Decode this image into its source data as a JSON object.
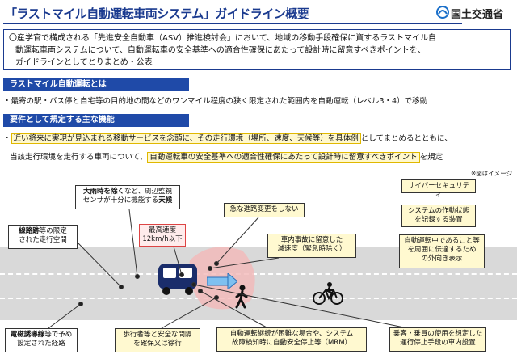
{
  "header": {
    "title": "「ラストマイル自動運転車両システム」ガイドライン概要",
    "logo_text": "国土交通省"
  },
  "intro": {
    "line1": "〇産学官で構成される「先進安全自動車（ASV）推進検討会」において、地域の移動手段確保に資するラストマイル自",
    "line2": "動運転車両システムについて、自動運転車の安全基準への適合性確保にあたって設計時に留意すべきポイントを、",
    "line3": "ガイドラインとしてとりまとめ・公表"
  },
  "section1": {
    "heading": "ラストマイル自動運転とは",
    "bullet": "・最寄の駅・バス停と自宅等の目的地の間などのワンマイル程度の狭く限定された範囲内を自動運転（レベル3・4）で移動"
  },
  "section2": {
    "heading": "要件として規定する主な機能",
    "b1_pre": "・",
    "b1_hl": "近い将来に実現が見込まれる移動サービスを念頭に、その走行環境（場所、速度、天候等）を具体例",
    "b1_post": "としてまとめるとともに、",
    "b2_pre": "当該走行環境を走行する車両について、",
    "b2_hl": "自動運転車の安全基準への適合性確保にあたって設計時に留意すべきポイント",
    "b2_post": "を規定"
  },
  "note": "※図はイメージ",
  "callouts": {
    "rain_b1": "大雨時を除く",
    "rain_t1": "など、周辺監視",
    "rain_t2": "センサが十分に機能する",
    "rain_b2": "天候",
    "route_b": "線路跡",
    "route_t1": "等の限定",
    "route_t2": "された走行空間",
    "speed1": "最高速度",
    "speed2": "12km/h以下",
    "lane_change": "急な進路変更をしない",
    "decel1": "車内事故に留意した",
    "decel2": "減速度（緊急時除く）",
    "cyber": "サイバーセキュリティ",
    "record1": "システムの作動状態",
    "record2": "を記録する装置",
    "ext1": "自動運転中であること等",
    "ext2": "を周囲に伝達するため",
    "ext3": "の外向き表示",
    "magnet_b": "電磁誘導線",
    "magnet_t1": "等で予め",
    "magnet_t2": "設定された経路",
    "ped1": "歩行者等と安全な間隔",
    "ped2": "を確保又は徐行",
    "mrm1": "自動運転継続が困難な場合や、システム",
    "mrm2": "故障検知時に自動安全停止等（MRM）",
    "passenger1": "乗客・乗員の使用を想定した",
    "passenger2": "運行停止手段の車内設置"
  },
  "icons": {
    "vehicle": "autonomous-shuttle-icon",
    "pedestrian": "pedestrian-icon",
    "bicycle": "bicycle-icon"
  },
  "colors": {
    "brand": "#1a3a8f",
    "section_bar": "#1f4aa8",
    "highlight": "#fff8cc",
    "road": "#d9d9d9",
    "sensor_zone": "#f2b8b8"
  }
}
